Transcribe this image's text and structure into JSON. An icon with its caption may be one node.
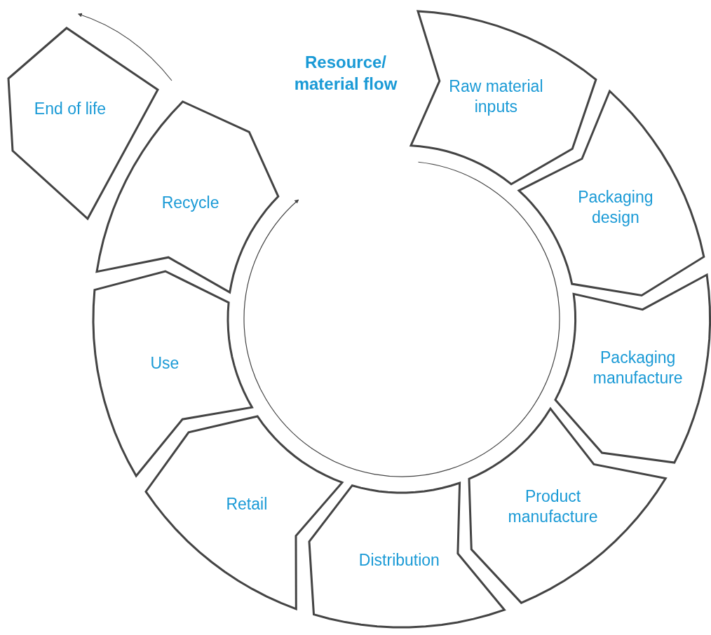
{
  "diagram": {
    "nodes": [
      {
        "text": [
          "Raw material inputs"
        ]
      },
      {
        "text": [
          "Packaging design"
        ]
      },
      {
        "text": [
          "Packaging manufacture"
        ]
      },
      {
        "text": [
          "Product manufacture"
        ]
      },
      {
        "text": [
          "Distribution"
        ]
      },
      {
        "text": [
          "Retail"
        ]
      },
      {
        "text": [
          "Use"
        ]
      },
      {
        "text": [
          "Recycle"
        ]
      },
      {
        "text": [
          "End of life"
        ]
      }
    ],
    "edges": [],
    "labels": [
      "Resource/ material flow"
    ]
  }
}
